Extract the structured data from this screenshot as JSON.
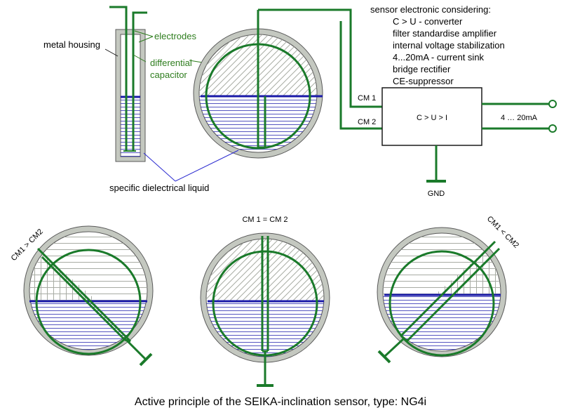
{
  "labels": {
    "metal_housing": "metal housing",
    "electrodes": "electrodes",
    "differential_line1": "differential",
    "differential_line2": "capacitor",
    "liquid": "specific dielectrical liquid",
    "cm1": "CM 1",
    "cm2": "CM 2",
    "converter_box": "C > U > I",
    "output_range": "4 … 20mA",
    "gnd": "GND",
    "left_state": "CM1 > CM2",
    "center_state": "CM 1 = CM 2",
    "right_state": "CM1 < CM2"
  },
  "electronics": {
    "heading": "sensor electronic considering:",
    "items": [
      "C > U - converter",
      "filter standardise amplifier",
      "internal voltage stabilization",
      "4...20mA - current sink",
      "bridge rectifier",
      "CE-suppressor"
    ]
  },
  "caption": "Active principle of the SEIKA-inclination sensor, type: NG4i",
  "colors": {
    "electrode_green": "#1a7a2a",
    "label_green": "#2e7d1e",
    "liquid_blue": "#1a1aa8",
    "housing_gray": "#c4c8c0",
    "housing_outline": "#5a5a5a",
    "pointer_blue": "#2a2ad0"
  }
}
